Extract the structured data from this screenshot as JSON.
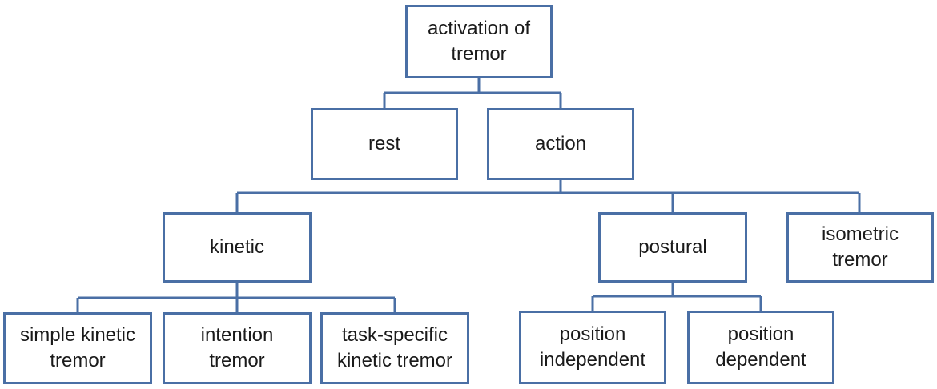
{
  "diagram": {
    "type": "tree",
    "colors": {
      "border": "#4a6fa5",
      "text": "#1a1a1a",
      "background": "#ffffff"
    },
    "nodes": {
      "root": {
        "label": "activation of tremor"
      },
      "rest": {
        "label": "rest"
      },
      "action": {
        "label": "action"
      },
      "kinetic": {
        "label": "kinetic"
      },
      "postural": {
        "label": "postural"
      },
      "isometric": {
        "label": "isometric tremor"
      },
      "simple_kinetic": {
        "label": "simple kinetic tremor"
      },
      "intention": {
        "label": "intention tremor"
      },
      "task_specific": {
        "label": "task-specific kinetic tremor"
      },
      "position_independent": {
        "label": "position independent"
      },
      "position_dependent": {
        "label": "position dependent"
      }
    },
    "edges": [
      [
        "root",
        "rest"
      ],
      [
        "root",
        "action"
      ],
      [
        "action",
        "kinetic"
      ],
      [
        "action",
        "postural"
      ],
      [
        "action",
        "isometric"
      ],
      [
        "kinetic",
        "simple_kinetic"
      ],
      [
        "kinetic",
        "intention"
      ],
      [
        "kinetic",
        "task_specific"
      ],
      [
        "postural",
        "position_independent"
      ],
      [
        "postural",
        "position_dependent"
      ]
    ]
  }
}
